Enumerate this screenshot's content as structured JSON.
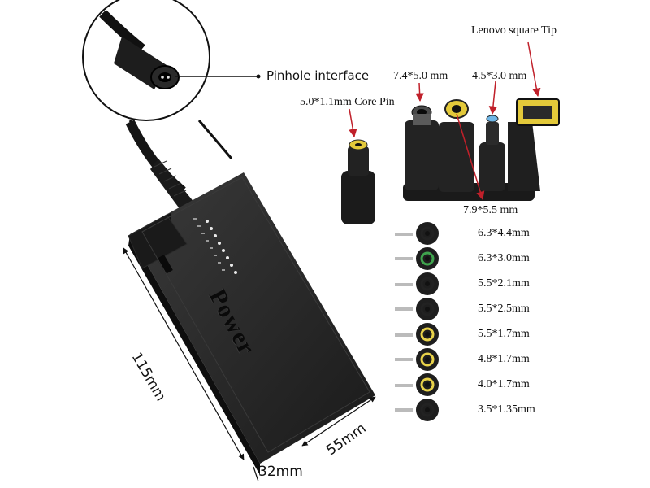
{
  "labels": {
    "pinhole": "Pinhole interface",
    "lenovo": "Lenovo square Tip",
    "tip_74": "7.4*5.0 mm",
    "tip_45": "4.5*3.0 mm",
    "tip_50": "5.0*1.1mm Core Pin",
    "tip_79": "7.9*5.5 mm"
  },
  "brand": "Power",
  "dimensions": {
    "length": "115mm",
    "width": "55mm",
    "height": "32mm"
  },
  "tips": [
    {
      "label": "6.3*4.4mm",
      "ring": "#222222",
      "core": "#111111"
    },
    {
      "label": "6.3*3.0mm",
      "ring": "#3fa34d",
      "core": "#111111"
    },
    {
      "label": "5.5*2.1mm",
      "ring": "#222222",
      "core": "#111111"
    },
    {
      "label": "5.5*2.5mm",
      "ring": "#222222",
      "core": "#111111"
    },
    {
      "label": "5.5*1.7mm",
      "ring": "#e8d24a",
      "core": "#111111"
    },
    {
      "label": "4.8*1.7mm",
      "ring": "#e8d24a",
      "core": "#111111"
    },
    {
      "label": "4.0*1.7mm",
      "ring": "#e8d24a",
      "core": "#111111"
    },
    {
      "label": "3.5*1.35mm",
      "ring": "#222222",
      "core": "#111111"
    }
  ],
  "colors": {
    "arrow": "#c0202a",
    "plastic": "#1c1c1c",
    "plastic_edge": "#3a3a3a",
    "tip_yellow": "#e3c93a",
    "tip_blue": "#6fb6e6"
  }
}
